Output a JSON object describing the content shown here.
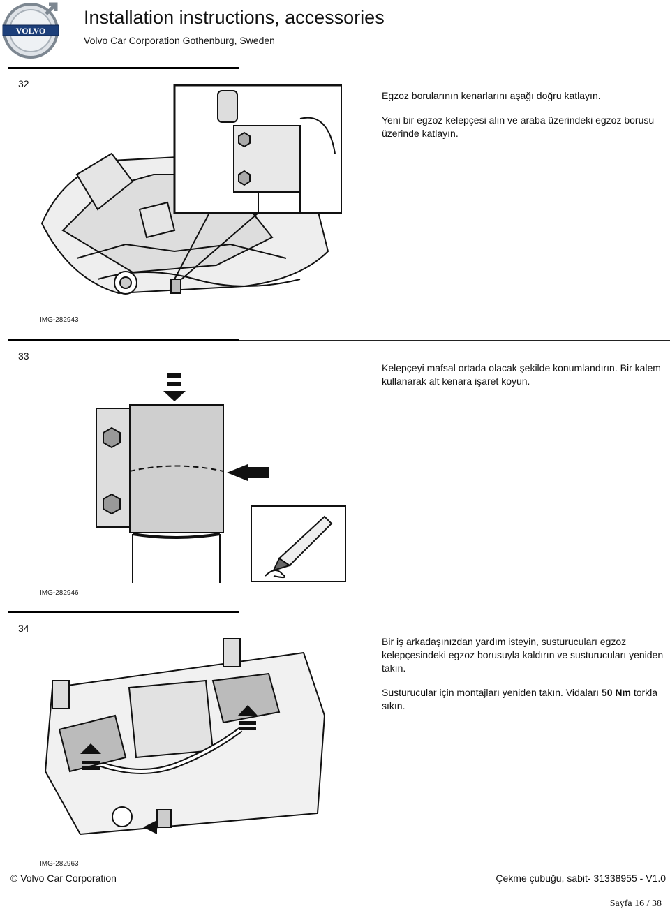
{
  "header": {
    "title": "Installation instructions, accessories",
    "subtitle": "Volvo Car Corporation Gothenburg, Sweden",
    "logo_text": "VOLVO"
  },
  "steps": [
    {
      "number": "32",
      "paragraphs": [
        "Egzoz borularının kenarlarını aşağı doğru katlayın.",
        "Yeni bir egzoz kelepçesi alın ve araba üzerindeki egzoz borusu üzerinde katlayın."
      ],
      "image_caption": "IMG-282943"
    },
    {
      "number": "33",
      "paragraphs": [
        "Kelepçeyi mafsal ortada olacak şekilde konumlandırın. Bir kalem kullanarak alt kenara işaret koyun."
      ],
      "image_caption": "IMG-282946"
    },
    {
      "number": "34",
      "paragraphs": [
        "Bir iş arkadaşınızdan yardım isteyin, susturucuları egzoz kelepçesindeki egzoz borusuyla kaldırın ve susturucuları yeniden takın."
      ],
      "para2_before": "Susturucular için montajları yeniden takın. Vidaları ",
      "para2_bold": "50 Nm",
      "para2_after": " torkla sıkın.",
      "image_caption": "IMG-282963"
    }
  ],
  "footer": {
    "left": "© Volvo Car Corporation",
    "right": "Çekme çubuğu, sabit- 31338955 - V1.0",
    "page": "Sayfa 16 / 38"
  }
}
